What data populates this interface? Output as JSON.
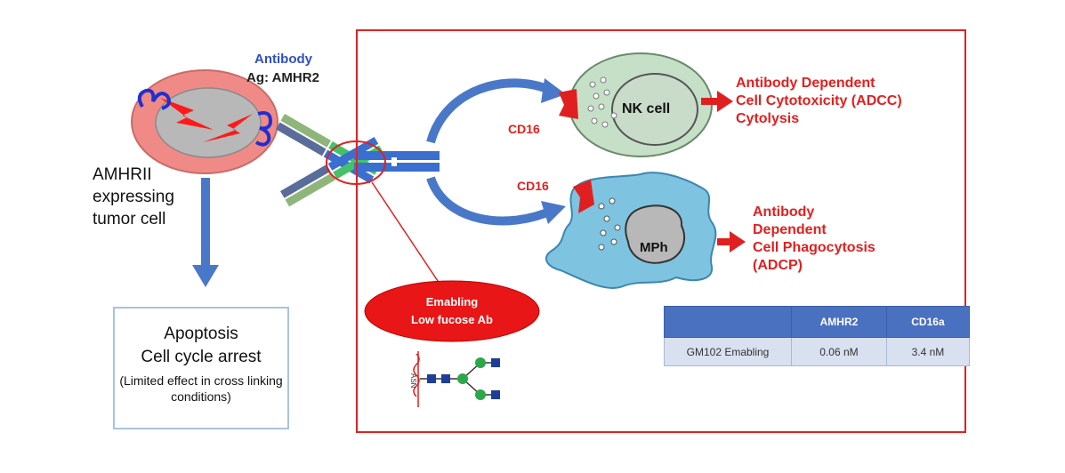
{
  "labels": {
    "antibody": "Antibody",
    "ag": "Ag: AMHR2",
    "tumor_cell": "AMHRII expressing tumor cell",
    "cd16_nk": "CD16",
    "cd16_mph": "CD16",
    "nk_cell": "NK cell",
    "mph": "MPh",
    "adcc_line1": "Antibody Dependent",
    "adcc_line2": "Cell Cytotoxicity (ADCC)",
    "adcc_line3": "Cytolysis",
    "adcp_line1": "Antibody",
    "adcp_line2": "Dependent",
    "adcp_line3": "Cell Phagocytosis",
    "adcp_line4": "(ADCP)",
    "enabling_line1": "Emabling",
    "enabling_line2": "Low fucose Ab",
    "asn": "ASN"
  },
  "apoptosis_box": {
    "line1": "Apoptosis",
    "line2": "Cell cycle arrest",
    "line3": "(Limited effect in cross linking conditions)"
  },
  "affinity_table": {
    "headers": [
      "",
      "AMHR2",
      "CD16a"
    ],
    "rows": [
      [
        "GM102 Emabling",
        "0.06 nM",
        "3.4 nM"
      ]
    ]
  },
  "colors": {
    "frame_red": "#e02222",
    "label_red": "#e02020",
    "tumor_outer": "#f08a86",
    "tumor_inner": "#b8b8b8",
    "antibody_blue": "#3a6fd0",
    "nk_green": "#c6e0c8",
    "macrophage_blue": "#7ec3e0",
    "arrow_blue": "#4a78c8",
    "glycan_blue": "#1f3e9a",
    "glycan_green": "#2aa84a"
  }
}
